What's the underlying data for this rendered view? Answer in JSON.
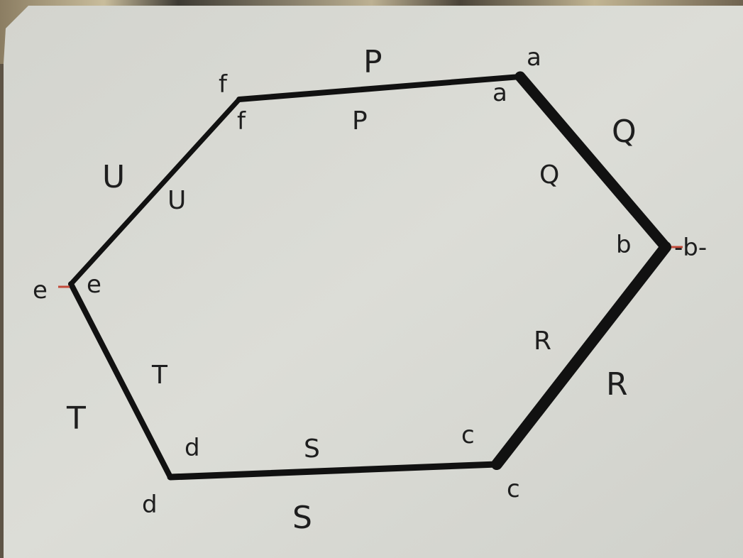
{
  "diagram": {
    "vertices": {
      "outer": {
        "a": "a",
        "b": "-b-",
        "c": "c",
        "d": "d",
        "e": "e",
        "f": "f"
      },
      "inner": {
        "a": "a",
        "b": "b",
        "c": "c",
        "d": "d",
        "e": "e",
        "f": "f"
      }
    },
    "edges": {
      "outer": {
        "P": "P",
        "Q": "Q",
        "R": "R",
        "S": "S",
        "T": "T",
        "U": "U"
      },
      "inner": {
        "P": "P",
        "Q": "Q",
        "R": "R",
        "S": "S",
        "T": "T",
        "U": "U"
      }
    },
    "colors": {
      "paper": "#d9dad4",
      "ink": "#111111",
      "tick": "#c24a3a"
    }
  }
}
